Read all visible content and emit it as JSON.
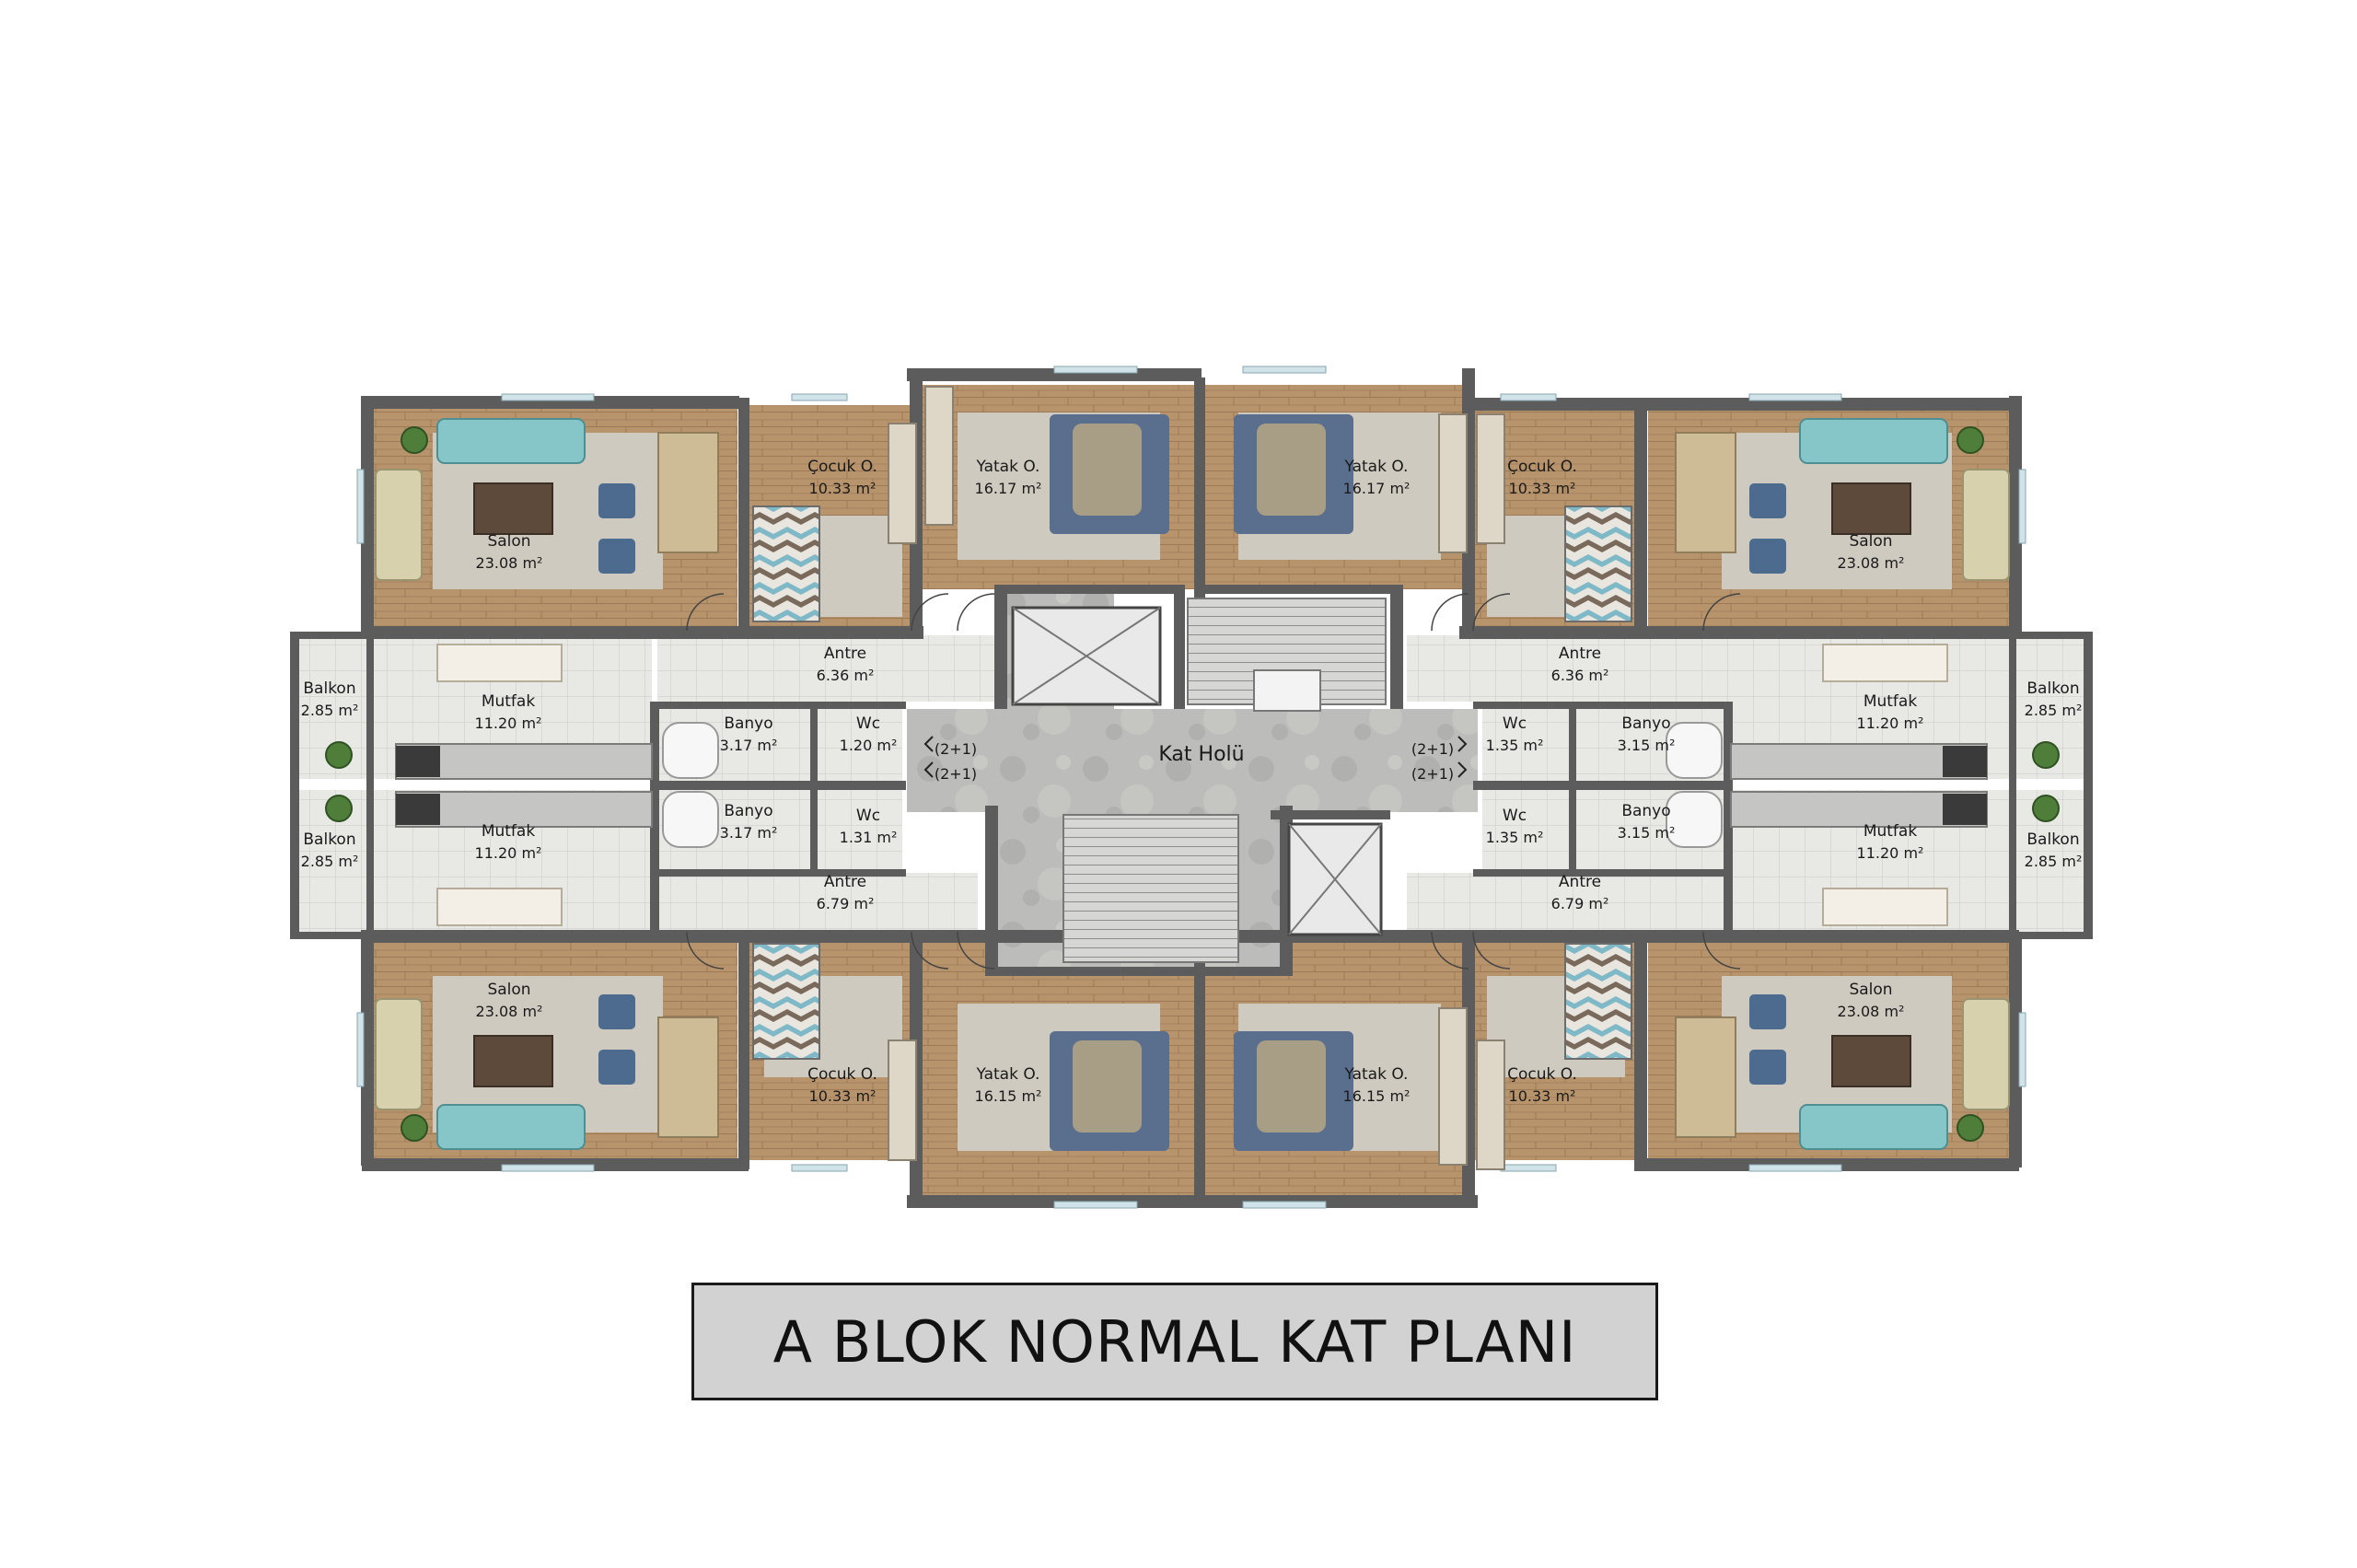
{
  "plan": {
    "hall": "Kat Holü",
    "unit_labels": [
      "(2+1)",
      "(2+1)",
      "(2+1)",
      "(2+1)"
    ],
    "colors": {
      "wall": "#5c5c5c",
      "wood": "#b5936d",
      "rug": "#cfcac0",
      "tile": "#e6e6e3",
      "stone": "#b9b9b7",
      "window": "#cfe3e8",
      "sofa": "#86c6c8",
      "chair": "#4d6b8e",
      "bed": "#5a6e8e"
    },
    "rooms": [
      {
        "name": "Salon",
        "area": "23.08 m²"
      },
      {
        "name": "Çocuk O.",
        "area": "10.33 m²"
      },
      {
        "name": "Yatak O.",
        "area": "16.17 m²"
      },
      {
        "name": "Yatak O.",
        "area": "16.17 m²"
      },
      {
        "name": "Çocuk O.",
        "area": "10.33 m²"
      },
      {
        "name": "Salon",
        "area": "23.08 m²"
      },
      {
        "name": "Balkon",
        "area": "2.85 m²"
      },
      {
        "name": "Mutfak",
        "area": "11.20 m²"
      },
      {
        "name": "Antre",
        "area": "6.36 m²"
      },
      {
        "name": "Banyo",
        "area": "3.17 m²"
      },
      {
        "name": "Wc",
        "area": "1.20 m²"
      },
      {
        "name": "Antre",
        "area": "6.36 m²"
      },
      {
        "name": "Wc",
        "area": "1.35 m²"
      },
      {
        "name": "Banyo",
        "area": "3.15 m²"
      },
      {
        "name": "Mutfak",
        "area": "11.20 m²"
      },
      {
        "name": "Balkon",
        "area": "2.85 m²"
      },
      {
        "name": "Balkon",
        "area": "2.85 m²"
      },
      {
        "name": "Mutfak",
        "area": "11.20 m²"
      },
      {
        "name": "Banyo",
        "area": "3.17 m²"
      },
      {
        "name": "Wc",
        "area": "1.31 m²"
      },
      {
        "name": "Antre",
        "area": "6.79 m²"
      },
      {
        "name": "Wc",
        "area": "1.35 m²"
      },
      {
        "name": "Banyo",
        "area": "3.15 m²"
      },
      {
        "name": "Antre",
        "area": "6.79 m²"
      },
      {
        "name": "Mutfak",
        "area": "11.20 m²"
      },
      {
        "name": "Balkon",
        "area": "2.85 m²"
      },
      {
        "name": "Salon",
        "area": "23.08 m²"
      },
      {
        "name": "Çocuk O.",
        "area": "10.33 m²"
      },
      {
        "name": "Yatak O.",
        "area": "16.15 m²"
      },
      {
        "name": "Yatak O.",
        "area": "16.15 m²"
      },
      {
        "name": "Çocuk O.",
        "area": "10.33 m²"
      },
      {
        "name": "Salon",
        "area": "23.08 m²"
      }
    ]
  },
  "title": "A BLOK NORMAL KAT PLANI"
}
